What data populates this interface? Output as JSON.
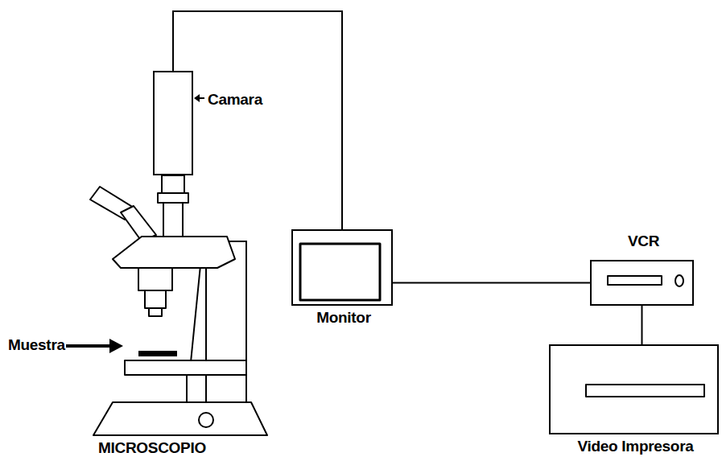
{
  "diagram": {
    "nodes": [
      {
        "text": [
          "Camara"
        ]
      },
      {
        "text": [
          "Monitor"
        ]
      },
      {
        "text": [
          "VCR"
        ]
      },
      {
        "text": [
          "Video Impresora"
        ]
      }
    ],
    "edges": [
      {
        "from": 0,
        "to": 1,
        "arrow": "none"
      },
      {
        "from": 1,
        "to": 2,
        "arrow": "none"
      },
      {
        "from": 2,
        "to": 3,
        "arrow": "none"
      }
    ],
    "labels": [
      "Muestra",
      "MICROSCOPIO"
    ]
  }
}
